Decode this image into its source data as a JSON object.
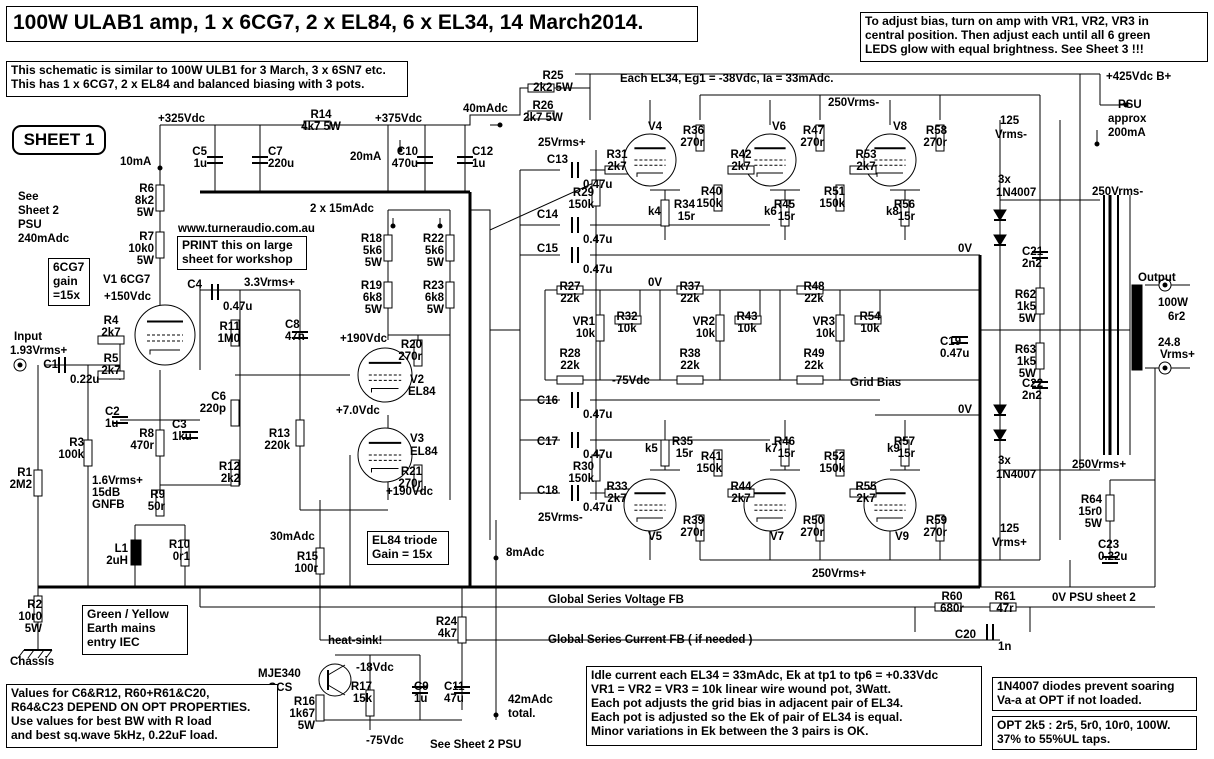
{
  "title": "100W ULAB1 amp, 1 x 6CG7, 2 x EL84, 6 x EL34, 14 March2014.",
  "sheet_label": "SHEET 1",
  "notes": {
    "similar": [
      "This schematic is similar to 100W ULB1 for 3 March, 3 x 6SN7 etc.",
      "This has 1 x 6CG7, 2 x EL84 and balanced biasing with 3 pots."
    ],
    "bias_adjust": [
      "To adjust bias, turn on amp with VR1, VR2, VR3 in",
      "central position. Then adjust each until all  6  green",
      "LEDS glow  with equal brightness. See Sheet 3 !!!"
    ],
    "values_note": [
      "Values for C6&R12, R60+R61&C20,",
      "R64&C23 DEPEND ON OPT PROPERTIES.",
      "Use values for best BW with R load",
      "and best sq.wave 5kHz, 0.22uF load."
    ],
    "idle_note": [
      "Idle current each EL34 = 33mAdc, Ek at tp1 to tp6 = +0.33Vdc",
      "VR1 = VR2 = VR3 = 10k linear wire wound pot, 3Watt.",
      "Each pot adjusts the grid bias in adjacent pair of EL34.",
      "Each pot is adjusted so the Ek of pair of EL34 is equal.",
      "Minor variations in Ek between the 3 pairs is OK."
    ],
    "diodes_note": [
      "1N4007 diodes prevent soaring",
      "Va-a at OPT if not loaded."
    ],
    "opt_note": [
      "OPT  2k5 : 2r5, 5r0, 10r0, 100W.",
      "37% to 55%UL taps."
    ],
    "earth_note": [
      "Green / Yellow",
      "Earth  mains",
      "entry IEC"
    ],
    "print_note": [
      "PRINT this on large",
      "sheet for workshop"
    ],
    "triode_note": [
      "EL84 triode",
      "Gain = 15x"
    ],
    "gain_note": [
      "6CG7",
      "gain",
      "=15x"
    ]
  },
  "labels": {
    "website": "www.turneraudio.com.au",
    "see_sheet2": "See",
    "sheet2": "Sheet 2",
    "psu": "PSU",
    "psu_current": "240mAdc",
    "v325": "+325Vdc",
    "v375": "+375Vdc",
    "v40ma": "40mAdc",
    "v425": "+425Vdc B+",
    "v10ma": "10mA",
    "v20ma": "20mA",
    "v2x15": "2 x 15mAdc",
    "each_el34": "Each EL34,  Eg1 = -38Vdc,  Ia = 33mAdc.",
    "psu_right": "PSU",
    "approx": "approx",
    "ma200": "200mA",
    "v250m": "250Vrms-",
    "v250p": "250Vrms+",
    "v125m": "125",
    "vrmsm": "Vrms-",
    "v125p": "125",
    "vrmsp": "Vrms+",
    "v25m": "25Vrms+",
    "v25mb": "25Vrms-",
    "zero_v": "0V",
    "zero_v2": "0V",
    "zero_v3": "0V",
    "minus75": "-75Vdc",
    "grid_bias": "Grid Bias",
    "v150": "+150Vdc",
    "v190": "+190Vdc",
    "v190b": "+190Vdc",
    "v7": "+7.0Vdc",
    "v33": "3.3Vrms+",
    "input": "Input",
    "input_v": "1.93Vrms+",
    "fb16": "1.6Vrms+",
    "fb15": "15dB",
    "gnfb": "GNFB",
    "ma30": "30mAdc",
    "ma8": "8mAdc",
    "ma42": "42mAdc",
    "total": "total.",
    "heat_sink": "heat-sink!",
    "mje": "MJE340",
    "ccs": "CCS",
    "v18": "-18Vdc",
    "v75b": "-75Vdc",
    "see_sheet2_psu": "See Sheet 2 PSU",
    "global_v": "Global Series Voltage  FB",
    "global_c": "Global Series Current FB  ( if needed )",
    "zero_psu": "0V PSU sheet 2",
    "chassis": "Chassis",
    "output": "Output",
    "w100": "100W",
    "r62": "6r2",
    "v248": "24.8",
    "vrms_out": "Vrms+",
    "diode_3x": "3x",
    "diode_1n": "1N4007",
    "diode_3x2": "3x",
    "diode_1n2": "1N4007",
    "v1": "V1 6CG7",
    "v2": "V2",
    "v2t": "EL84",
    "v3": "V3",
    "v3t": "EL84",
    "v4": "V4",
    "v5": "V5",
    "v6": "V6",
    "v7t": "V7",
    "v8": "V8",
    "v9": "V9",
    "k4": "k4",
    "k5": "k5",
    "k6": "k6",
    "k7": "k7",
    "k8": "k8",
    "k9": "k9"
  },
  "components": {
    "R25": [
      "R25",
      "2k2 5W"
    ],
    "R26": [
      "R26",
      "2k7 5W"
    ],
    "R14": [
      "R14",
      "4k7 5W"
    ],
    "C5": [
      "C5",
      "1u"
    ],
    "C7": [
      "C7",
      "220u"
    ],
    "C10": [
      "C10",
      "470u"
    ],
    "C12": [
      "C12",
      "1u"
    ],
    "R6": [
      "R6",
      "8k2",
      "5W"
    ],
    "R7": [
      "R7",
      "10k0",
      "5W"
    ],
    "R18": [
      "R18",
      "5k6",
      "5W"
    ],
    "R19": [
      "R19",
      "6k8",
      "5W"
    ],
    "R22": [
      "R22",
      "5k6",
      "5W"
    ],
    "R23": [
      "R23",
      "6k8",
      "5W"
    ],
    "C4": [
      "C4",
      "0.47u"
    ],
    "R11": [
      "R11",
      "1M0"
    ],
    "C8": [
      "C8",
      "47n"
    ],
    "R20": [
      "R20",
      "270r"
    ],
    "R4": [
      "R4",
      "2k7"
    ],
    "R5": [
      "R5",
      "2k7"
    ],
    "C1": [
      "C1",
      "0.22u"
    ],
    "R3": [
      "R3",
      "100k"
    ],
    "R1": [
      "R1",
      "2M2"
    ],
    "C2": [
      "C2",
      "1u"
    ],
    "R8": [
      "R8",
      "470r"
    ],
    "C3": [
      "C3",
      "1ku"
    ],
    "C6": [
      "C6",
      "220p"
    ],
    "R13": [
      "R13",
      "220k"
    ],
    "R12": [
      "R12",
      "2k2"
    ],
    "R21": [
      "R21",
      "270r"
    ],
    "R9": [
      "R9",
      "50r"
    ],
    "L1": [
      "L1",
      "2uH"
    ],
    "R10": [
      "R10",
      "0r1"
    ],
    "R15": [
      "R15",
      "100r"
    ],
    "R2": [
      "R2",
      "10r0",
      "5W"
    ],
    "R24": [
      "R24",
      "4k7"
    ],
    "R16": [
      "R16",
      "1k67",
      "5W"
    ],
    "R17": [
      "R17",
      "15k"
    ],
    "C9": [
      "C9",
      "1u"
    ],
    "C11": [
      "C11",
      "47u"
    ],
    "C13": [
      "C13",
      "0.47u"
    ],
    "C14": [
      "C14",
      "0.47u"
    ],
    "C15": [
      "C15",
      "0.47u"
    ],
    "C16": [
      "C16",
      "0.47u"
    ],
    "C17": [
      "C17",
      "0.47u"
    ],
    "C18": [
      "C18",
      "0.47u"
    ],
    "R29": [
      "R29",
      "150k"
    ],
    "R30": [
      "R30",
      "150k"
    ],
    "R31": [
      "R31",
      "2k7"
    ],
    "R33": [
      "R33",
      "2k7"
    ],
    "R34": [
      "R34",
      "15r"
    ],
    "R35": [
      "R35",
      "15r"
    ],
    "R36": [
      "R36",
      "270r"
    ],
    "R39": [
      "R39",
      "270r"
    ],
    "R27": [
      "R27",
      "22k"
    ],
    "R28": [
      "R28",
      "22k"
    ],
    "VR1": [
      "VR1",
      "10k"
    ],
    "R32": [
      "R32",
      "10k"
    ],
    "R37": [
      "R37",
      "22k"
    ],
    "R38": [
      "R38",
      "22k"
    ],
    "VR2": [
      "VR2",
      "10k"
    ],
    "R43": [
      "R43",
      "10k"
    ],
    "R48": [
      "R48",
      "22k"
    ],
    "R49": [
      "R49",
      "22k"
    ],
    "VR3": [
      "VR3",
      "10k"
    ],
    "R54": [
      "R54",
      "10k"
    ],
    "R40": [
      "R40",
      "150k"
    ],
    "R41": [
      "R41",
      "150k"
    ],
    "R42": [
      "R42",
      "2k7"
    ],
    "R44": [
      "R44",
      "2k7"
    ],
    "R45": [
      "R45",
      "15r"
    ],
    "R46": [
      "R46",
      "15r"
    ],
    "R47": [
      "R47",
      "270r"
    ],
    "R50": [
      "R50",
      "270r"
    ],
    "R51": [
      "R51",
      "150k"
    ],
    "R52": [
      "R52",
      "150k"
    ],
    "R53": [
      "R53",
      "2k7"
    ],
    "R55": [
      "R55",
      "2k7"
    ],
    "R56": [
      "R56",
      "15r"
    ],
    "R57": [
      "R57",
      "15r"
    ],
    "R58": [
      "R58",
      "270r"
    ],
    "R59": [
      "R59",
      "270r"
    ],
    "C19": [
      "C19",
      "0.47u"
    ],
    "C21": [
      "C21",
      "2n2"
    ],
    "C22": [
      "C22",
      "2n2"
    ],
    "R62": [
      "R62",
      "1k5",
      "5W"
    ],
    "R63": [
      "R63",
      "1k5",
      "5W"
    ],
    "R64": [
      "R64",
      "15r0",
      "5W"
    ],
    "C23": [
      "C23",
      "0.22u"
    ],
    "R60": [
      "R60",
      "680r"
    ],
    "R61": [
      "R61",
      "47r"
    ],
    "C20": [
      "C20",
      "1n"
    ]
  }
}
